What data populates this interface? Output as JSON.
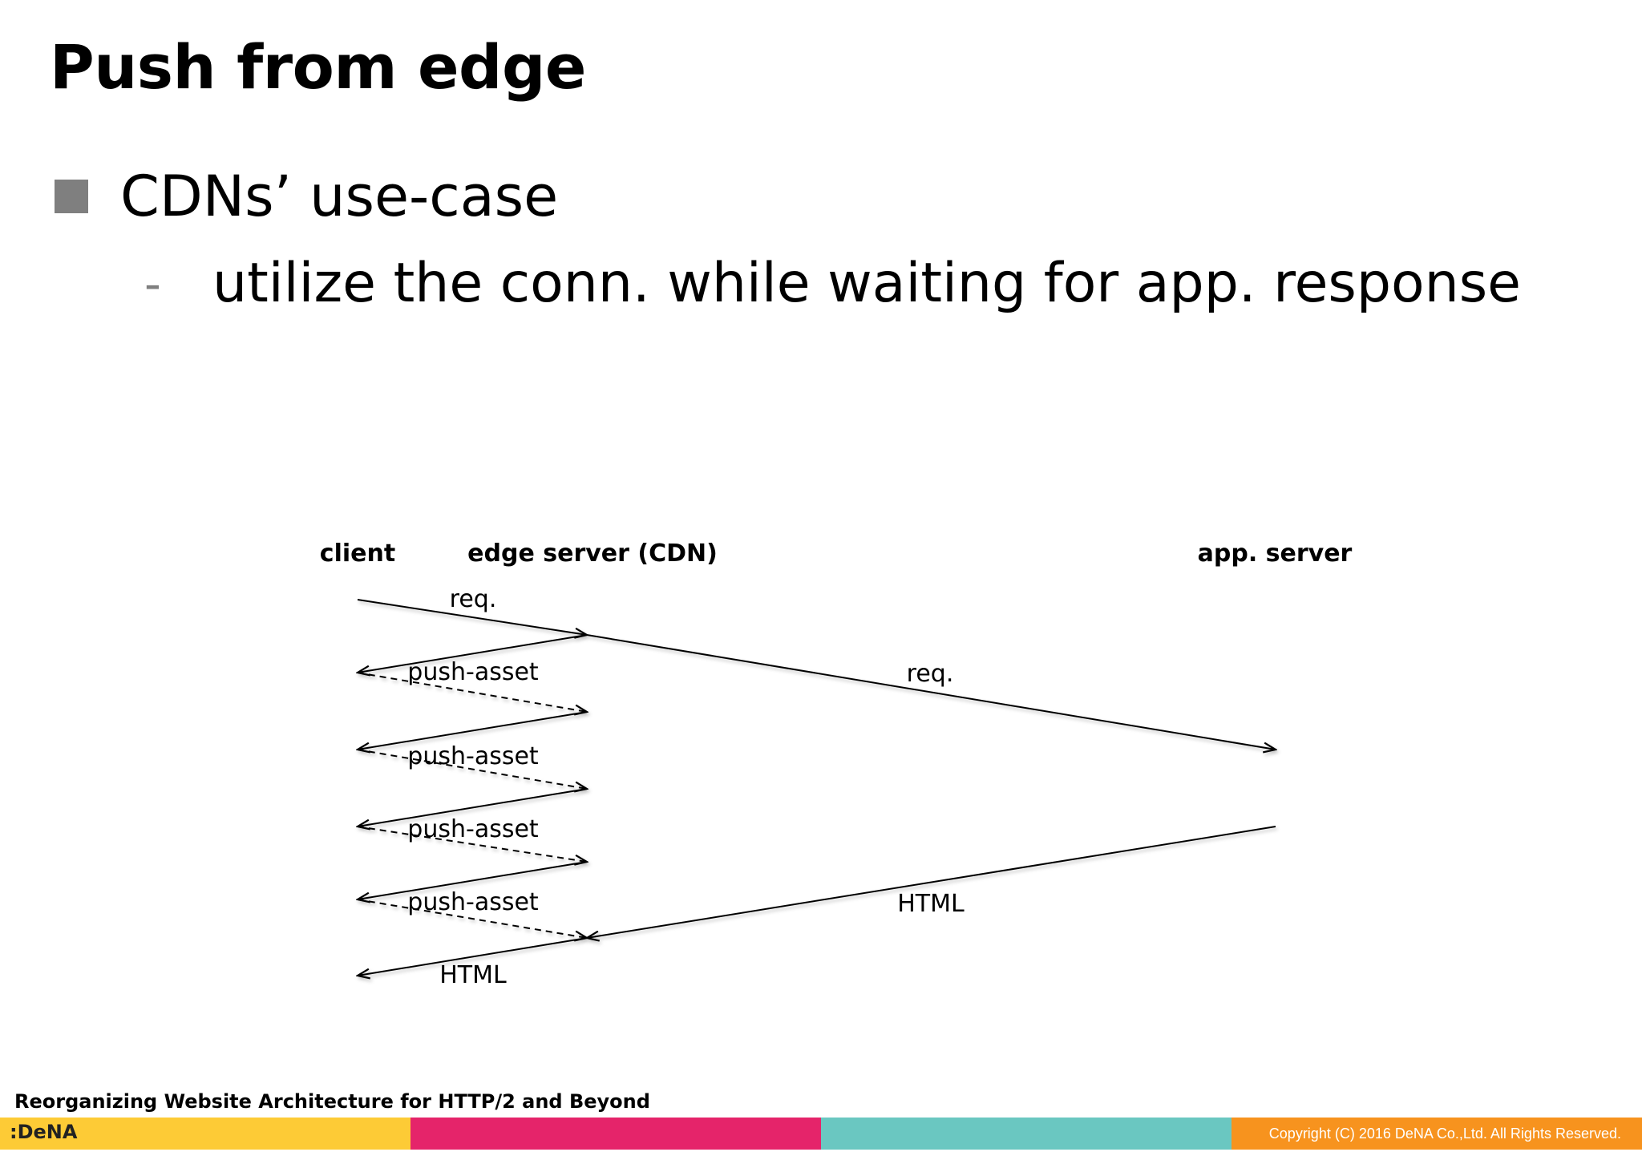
{
  "slide": {
    "title": "Push from edge",
    "bullet": "CDNs’ use-case",
    "sub_bullet_marker": "-",
    "sub_bullet": "utilize the conn. while waiting for app. response"
  },
  "diagram": {
    "participants": {
      "client": "client",
      "edge": "edge server (CDN)",
      "app": "app. server"
    },
    "messages": [
      {
        "from": "client",
        "to": "edge",
        "label": "req.",
        "style": "solid"
      },
      {
        "from": "edge",
        "to": "app",
        "label": "req.",
        "style": "solid"
      },
      {
        "from": "edge",
        "to": "client",
        "label": "push-asset",
        "style": "solid"
      },
      {
        "from": "client",
        "to": "edge",
        "label": "",
        "style": "dashed"
      },
      {
        "from": "edge",
        "to": "client",
        "label": "push-asset",
        "style": "solid"
      },
      {
        "from": "client",
        "to": "edge",
        "label": "",
        "style": "dashed"
      },
      {
        "from": "edge",
        "to": "client",
        "label": "push-asset",
        "style": "solid"
      },
      {
        "from": "client",
        "to": "edge",
        "label": "",
        "style": "dashed"
      },
      {
        "from": "edge",
        "to": "client",
        "label": "push-asset",
        "style": "solid"
      },
      {
        "from": "client",
        "to": "edge",
        "label": "",
        "style": "dashed"
      },
      {
        "from": "app",
        "to": "edge",
        "label": "HTML",
        "style": "solid"
      },
      {
        "from": "edge",
        "to": "client",
        "label": "HTML",
        "style": "solid"
      }
    ]
  },
  "footer": {
    "presentation_title": "Reorganizing Website Architecture for HTTP/2 and Beyond",
    "logo": ":DeNA",
    "copyright": "Copyright (C) 2016 DeNA Co.,Ltd. All Rights Reserved.",
    "bar_colors": [
      "#fdcb36",
      "#e5246a",
      "#6ac7c1",
      "#f7931e"
    ]
  }
}
